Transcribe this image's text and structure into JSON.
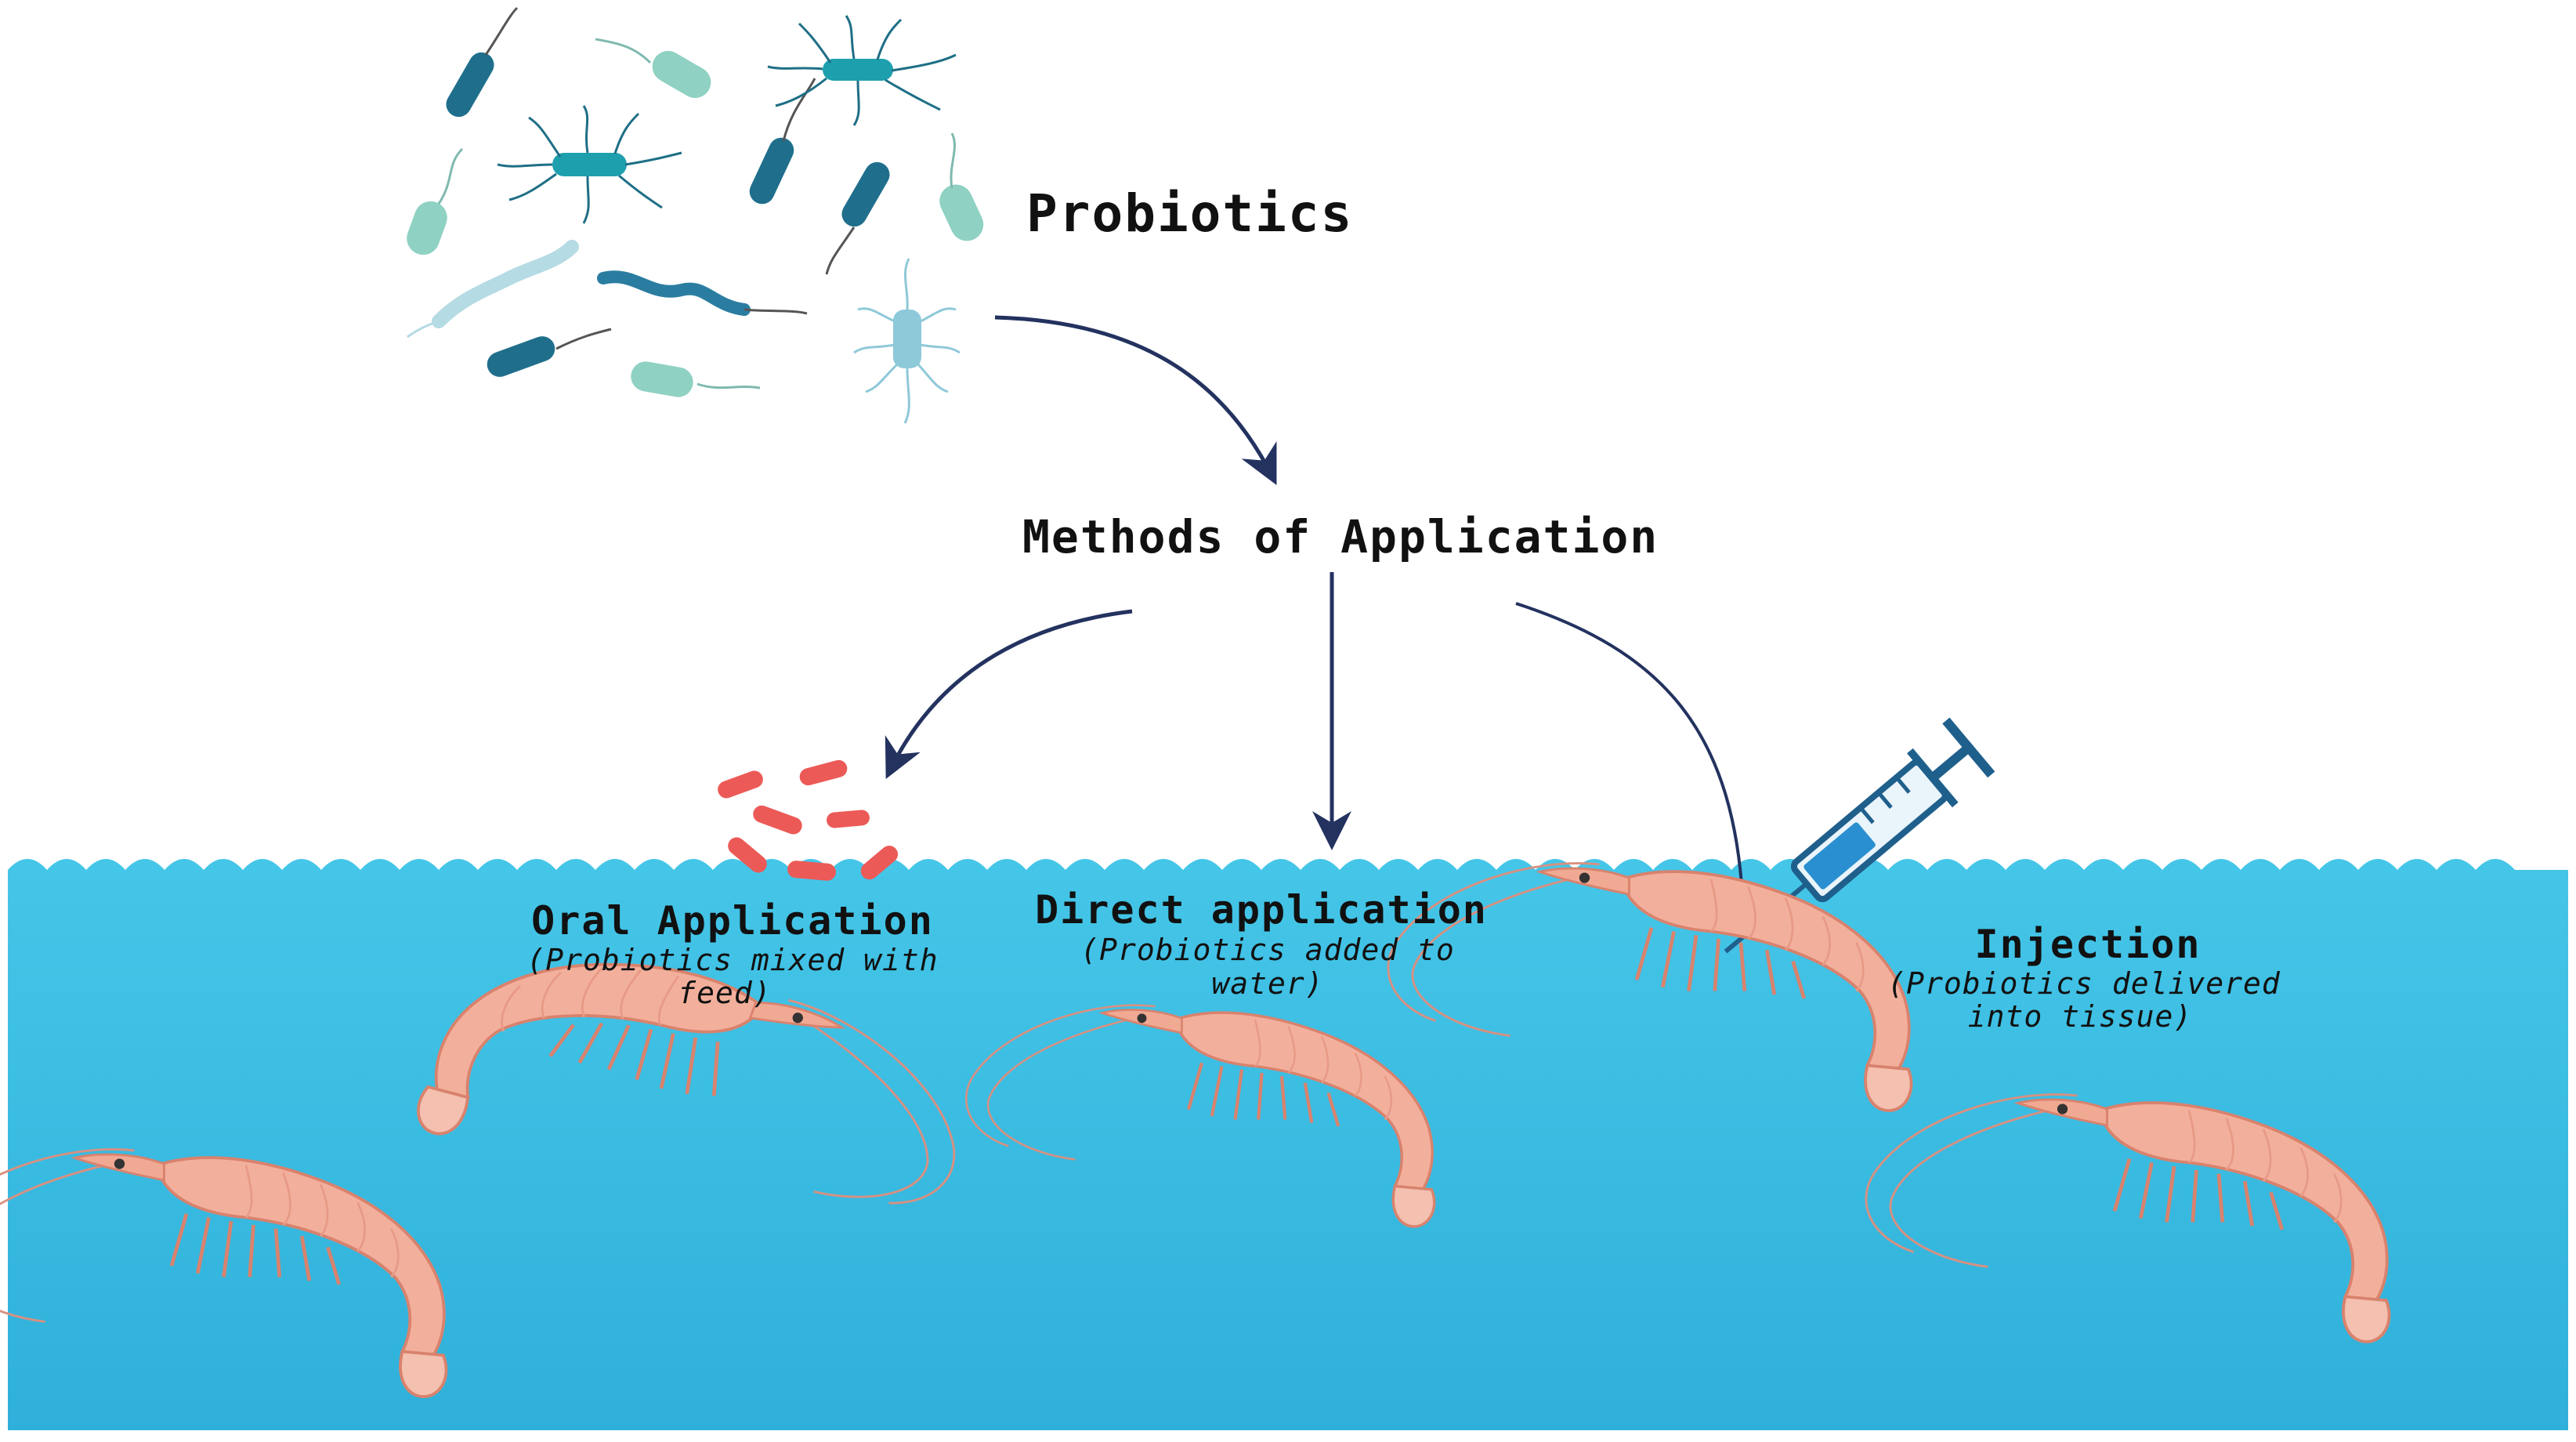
{
  "diagram": {
    "title": "Probiotics",
    "hub": "Methods of Application",
    "methods": [
      {
        "label": "Oral Application",
        "note_line1": "(Probiotics mixed with",
        "note_line2": "feed)"
      },
      {
        "label": "Direct application",
        "note_line1": "(Probiotics added to",
        "note_line2": "water)"
      },
      {
        "label": "Injection",
        "note_line1": "(Probiotics delivered",
        "note_line2": "into tissue)"
      }
    ]
  },
  "colors": {
    "water_top": "#45c6e8",
    "water_bottom": "#34b6de",
    "arrow": "#23325f",
    "shrimp": "#f2b09c",
    "shrimp_dark": "#d9826d",
    "feed_pellet": "#ec5a57",
    "bacteria_dark": "#1f6f8c",
    "bacteria_teal": "#1e9fae",
    "bacteria_light": "#8fd1c3",
    "syringe": "#1f5f8c"
  },
  "icons": [
    "bacteria-icon",
    "feed-pellets-icon",
    "syringe-icon",
    "shrimp-icon"
  ]
}
